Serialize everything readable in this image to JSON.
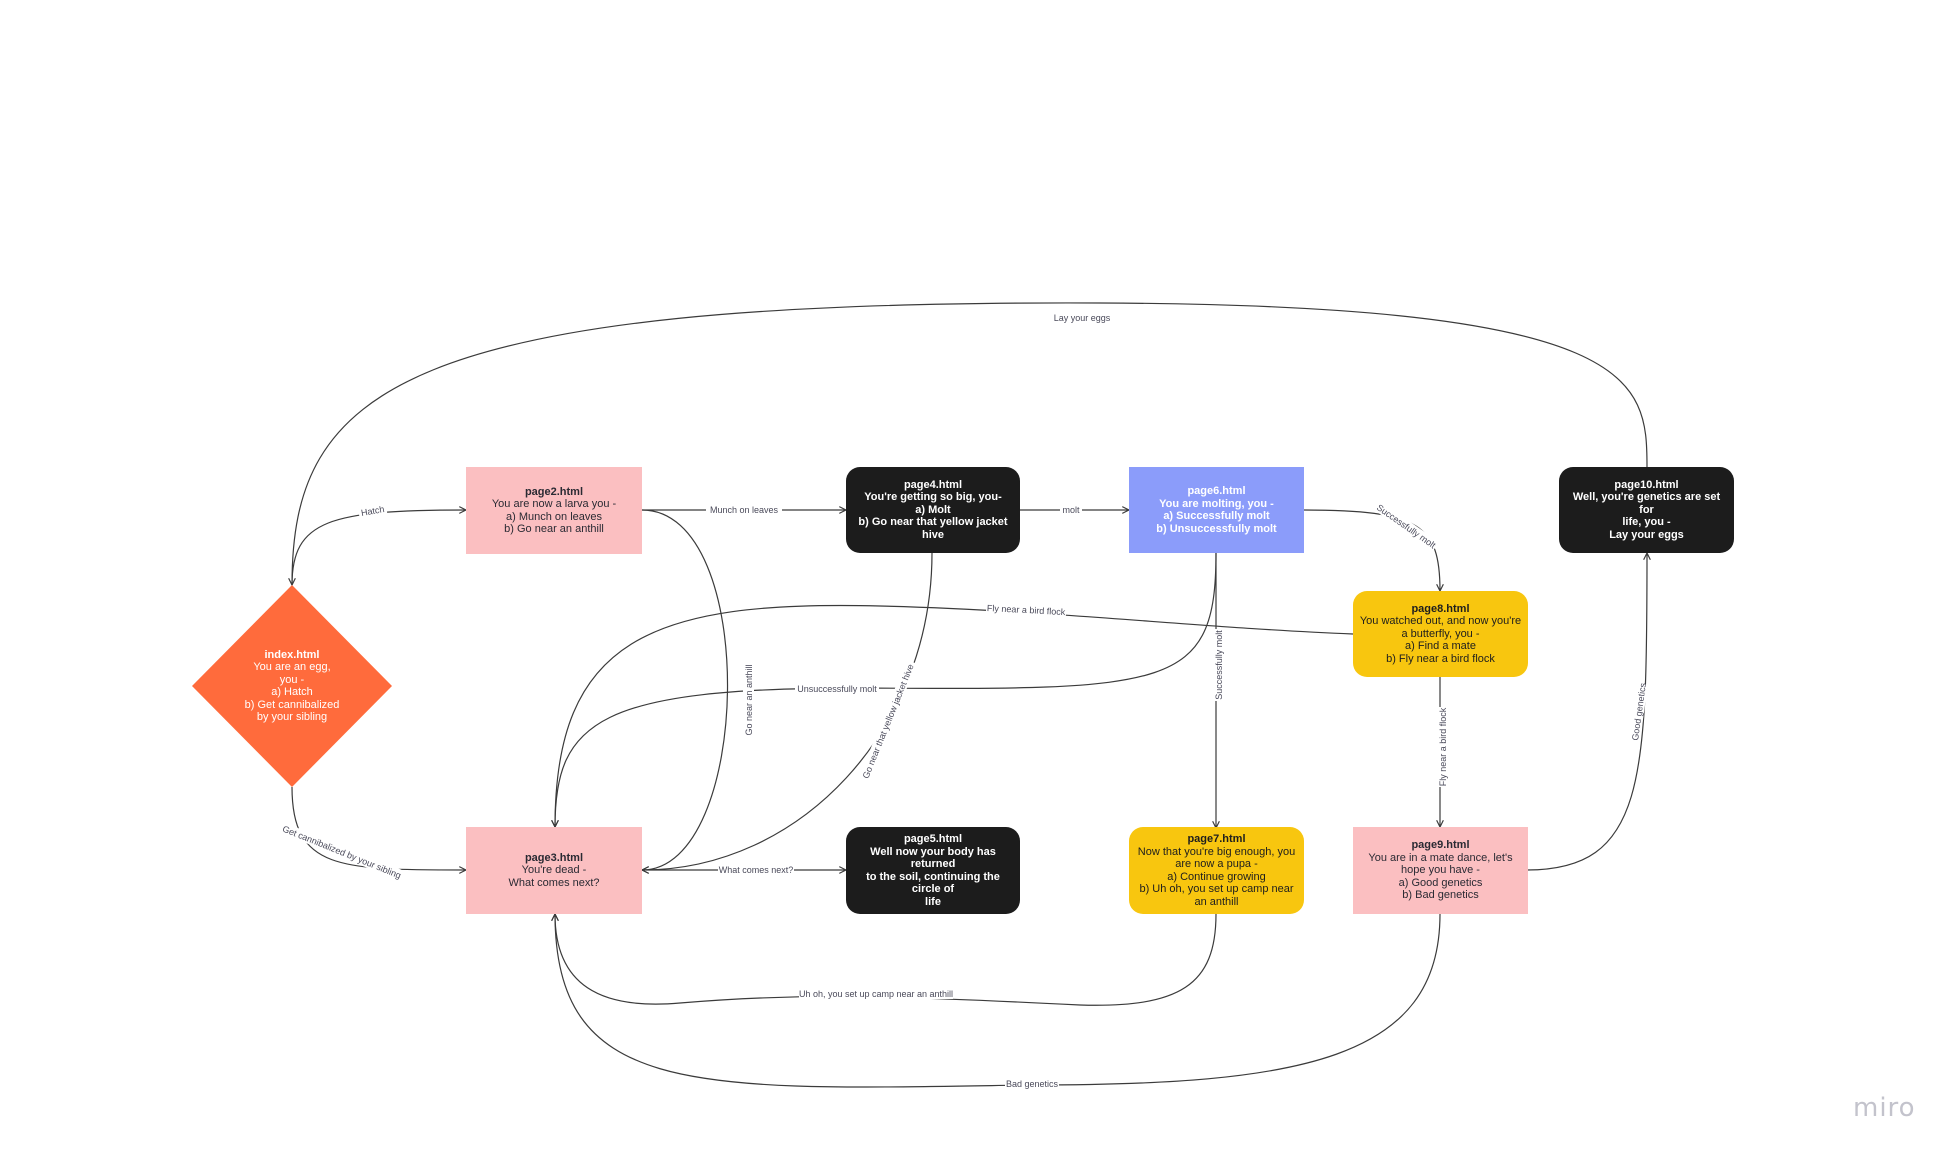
{
  "colors": {
    "pink": "#fbbfc1",
    "black": "#1c1c1c",
    "blue": "#8b9cfa",
    "yellow": "#f8c60f",
    "orange": "#ff6b3c",
    "line": "#3b3b3b",
    "logo": "#c3c3cc"
  },
  "nodes": {
    "index": {
      "title": "index.html",
      "lines": [
        "You are an egg,",
        "you -",
        "a) Hatch",
        "b) Get cannibalized",
        "by your sibling"
      ]
    },
    "page2": {
      "title": "page2.html",
      "lines": [
        "You are now a larva you -",
        "a) Munch on leaves",
        "b) Go near an anthill"
      ]
    },
    "page3": {
      "title": "page3.html",
      "lines": [
        "You're dead -",
        "What comes next?"
      ]
    },
    "page4": {
      "title": "page4.html",
      "lines": [
        "You're getting so big, you-",
        "a) Molt",
        "b) Go near that yellow jacket hive"
      ]
    },
    "page5": {
      "title": "page5.html",
      "lines": [
        "Well now your body has returned",
        "to the soil, continuing the circle of",
        "life"
      ]
    },
    "page6": {
      "title": "page6.html",
      "lines": [
        "You are molting, you -",
        "a) Successfully molt",
        "b) Unsuccessfully molt"
      ]
    },
    "page7": {
      "title": "page7.html",
      "lines": [
        "Now that you're big enough, you",
        "are now a pupa -",
        "a) Continue growing",
        "b) Uh oh, you set up camp near",
        "an anthill"
      ]
    },
    "page8": {
      "title": "page8.html",
      "lines": [
        "You watched out, and now you're",
        "a butterfly, you -",
        "a) Find a mate",
        "b) Fly near a bird flock"
      ]
    },
    "page9": {
      "title": "page9.html",
      "lines": [
        "You are in a mate dance, let's",
        "hope you have -",
        "a) Good genetics",
        "b) Bad genetics"
      ]
    },
    "page10": {
      "title": "page10.html",
      "lines": [
        "Well, you're genetics are set for",
        "life, you -",
        "Lay your eggs"
      ]
    }
  },
  "edge_labels": {
    "lay_eggs": "Lay your eggs",
    "hatch": "Hatch",
    "cannibalized": "Get cannibalized by your sibling",
    "munch": "Munch on leaves",
    "anthill": "Go near an anthill",
    "molt": "molt",
    "hive": "Go near that yellow jacket hive",
    "success_molt": "Successfully molt",
    "success_molt_down": "Successfully molt",
    "unsuccess_molt": "Unsuccessfully molt",
    "bird_flock": "Fly near a bird flock",
    "bird_flock_down": "Fly near a bird flock",
    "what_next": "What comes next?",
    "camp_anthill": "Uh oh, you set up camp near an anthill",
    "bad_genetics": "Bad genetics",
    "good_genetics": "Good genetics"
  },
  "logo": "miro"
}
